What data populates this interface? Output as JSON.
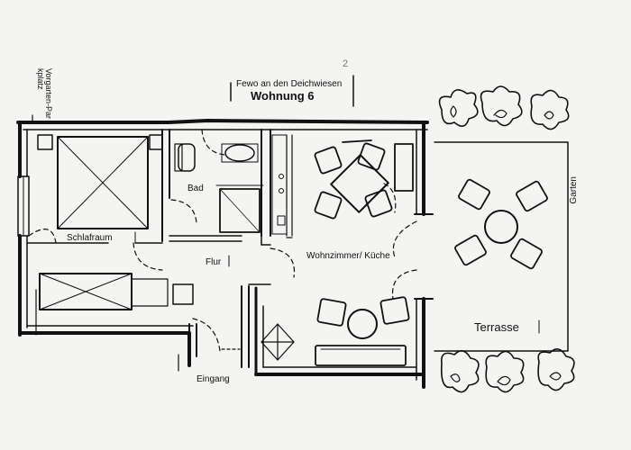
{
  "title": {
    "line1": "Fewo an den Deichwiesen",
    "line2": "Wohnung 6"
  },
  "rooms": {
    "schlafraum": "Schlafraum",
    "bad": "Bad",
    "flur": "Flur",
    "wohnzimmer_kueche": "Wohnzimmer/ Küche",
    "terrasse": "Terrasse",
    "eingang": "Eingang"
  },
  "outside": {
    "vorgarten_parkplatz": "Vorgarten-Parkplatz",
    "garten": "Garten"
  },
  "scribble": "2"
}
